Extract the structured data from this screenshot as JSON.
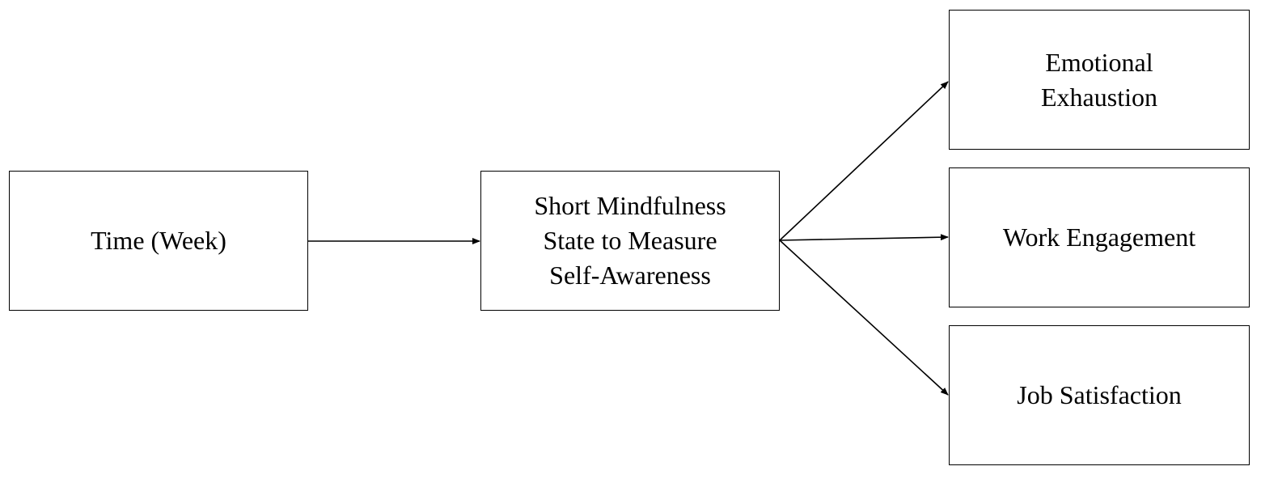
{
  "nodes": {
    "time": {
      "label": "Time (Week)"
    },
    "mindfulness": {
      "label": "Short Mindfulness\nState to Measure\nSelf-Awareness"
    },
    "emotional_exhaustion": {
      "label": "Emotional\nExhaustion"
    },
    "work_engagement": {
      "label": "Work Engagement"
    },
    "job_satisfaction": {
      "label": "Job Satisfaction"
    }
  },
  "edges": [
    {
      "from": "time",
      "to": "mindfulness"
    },
    {
      "from": "mindfulness",
      "to": "emotional_exhaustion"
    },
    {
      "from": "mindfulness",
      "to": "work_engagement"
    },
    {
      "from": "mindfulness",
      "to": "job_satisfaction"
    }
  ],
  "colors": {
    "stroke": "#000000",
    "background": "#ffffff"
  }
}
